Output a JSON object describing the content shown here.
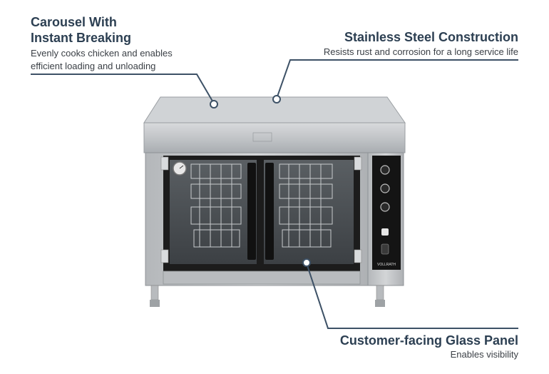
{
  "callouts": {
    "carousel": {
      "title_line1": "Carousel With",
      "title_line2": "Instant Breaking",
      "desc_line1": "Evenly cooks chicken and enables",
      "desc_line2": "efficient loading and unloading"
    },
    "stainless": {
      "title": "Stainless Steel Construction",
      "desc": "Resists rust and corrosion for a long service life"
    },
    "glass": {
      "title": "Customer-facing Glass Panel",
      "desc": "Enables visibility"
    }
  },
  "product": {
    "brand_badge": "VOLLRATH"
  },
  "colors": {
    "heading": "#2c3f52",
    "leader_line": "#3d5166",
    "stainless": "#c9cccf",
    "control_panel": "#141414"
  }
}
